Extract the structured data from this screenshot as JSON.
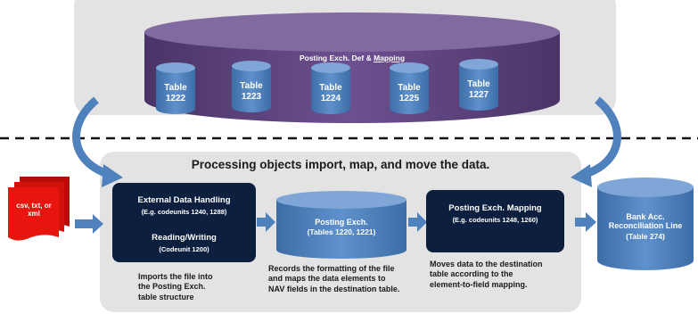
{
  "mapping_store": {
    "title_prefix": "Posting Exch. Def & ",
    "title_link": "Mapping",
    "tables": [
      {
        "label": "Table\n1222"
      },
      {
        "label": "Table\n1223"
      },
      {
        "label": "Table\n1224"
      },
      {
        "label": "Table\n1225"
      },
      {
        "label": "Table\n1227"
      }
    ]
  },
  "processing": {
    "heading": "Processing objects import, map, and move the data."
  },
  "input_file": {
    "label": "csv, txt, or\nxml"
  },
  "external_data_handling": {
    "title": "External Data Handling",
    "codeunits": "(E.g. codeunits 1240, 1288)",
    "reading_title": "Reading/Writing",
    "reading_codeunit": "(Codeunit 1200)",
    "description": "Imports the file into\nthe Posting Exch.\ntable structure"
  },
  "posting_exch": {
    "title": "Posting Exch.",
    "tables": "(Tables 1220, 1221)",
    "description": "Records the formatting of the file\nand maps the data elements to\nNAV fields in the destination table."
  },
  "posting_exch_mapping": {
    "title": "Posting Exch. Mapping",
    "codeunits": "(E.g. codeunits 1248, 1260)",
    "description": "Moves data to the destination\ntable according to the\nelement-to-field mapping."
  },
  "destination": {
    "title": "Bank Acc.\nReconciliation Line",
    "table": "(Table 274)"
  },
  "colors": {
    "purple": "#5f4580",
    "cylinder_blue": "#4f81bd",
    "dark_navy": "#0d1f3f",
    "panel_gray": "#e3e3e3",
    "arrow_blue": "#4f81bd",
    "file_red": "#e8150f"
  }
}
